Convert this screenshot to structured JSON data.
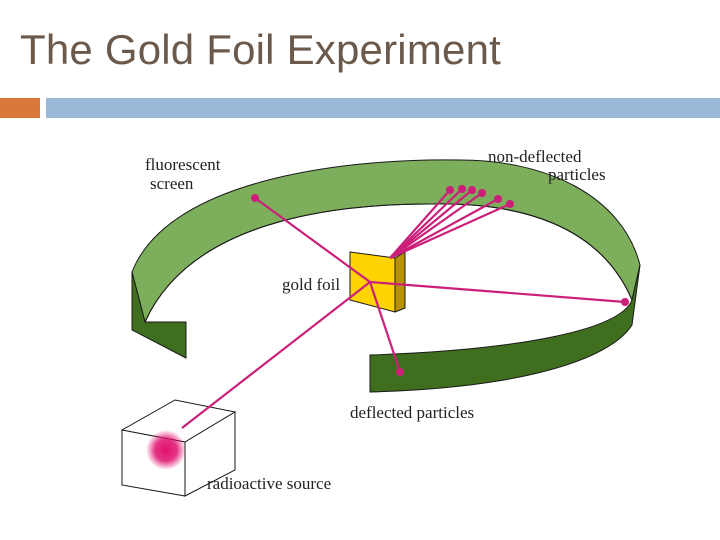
{
  "slide": {
    "title": "The Gold Foil Experiment"
  },
  "theme": {
    "accent_color": "#d9773b",
    "rule_color": "#9ab8d6",
    "screen_top_color": "#7dae5c",
    "screen_side_color": "#3f6e1e",
    "beam_color": "#cc1f7a",
    "foil_color": "#ffd400"
  },
  "diagram": {
    "labels": {
      "fluorescent_line1": "fluorescent",
      "fluorescent_line2": "screen",
      "nondeflected_line1": "non-deflected",
      "nondeflected_line2": "particles",
      "gold_foil": "gold foil",
      "deflected": "deflected particles",
      "source": "radioactive source"
    }
  }
}
